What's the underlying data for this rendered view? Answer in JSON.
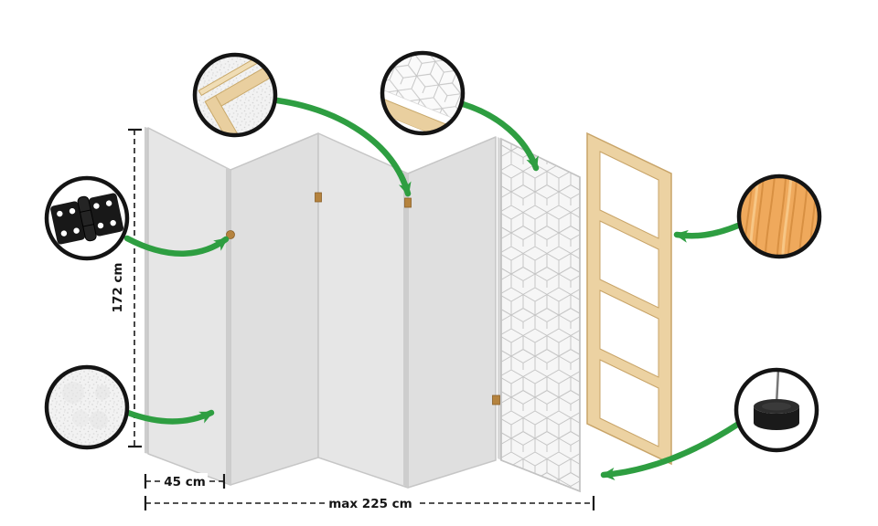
{
  "diagram": {
    "type": "folding-room-divider-exploded-view",
    "dimensions": {
      "height_label": "172 cm",
      "panel_width_label": "45 cm",
      "total_width_label": "max 225 cm"
    },
    "panels": {
      "count": 5
    },
    "callouts": [
      {
        "id": "hinge",
        "icon": "hinge-icon"
      },
      {
        "id": "fleece-texture",
        "icon": "fleece-texture-icon"
      },
      {
        "id": "frame-corner",
        "icon": "frame-corner-icon"
      },
      {
        "id": "fabric-pattern",
        "icon": "fabric-pattern-edge-icon"
      },
      {
        "id": "wood-material",
        "icon": "wood-material-icon"
      },
      {
        "id": "foot",
        "icon": "foot-icon"
      }
    ],
    "colors": {
      "accent_green": "#2e9e41",
      "panel_gray": "#e4e4e4",
      "wood_light": "#ecd2a2",
      "wood_circle_fill": "#efa95c",
      "hinge_black": "#181818",
      "outline_black": "#141414"
    }
  }
}
